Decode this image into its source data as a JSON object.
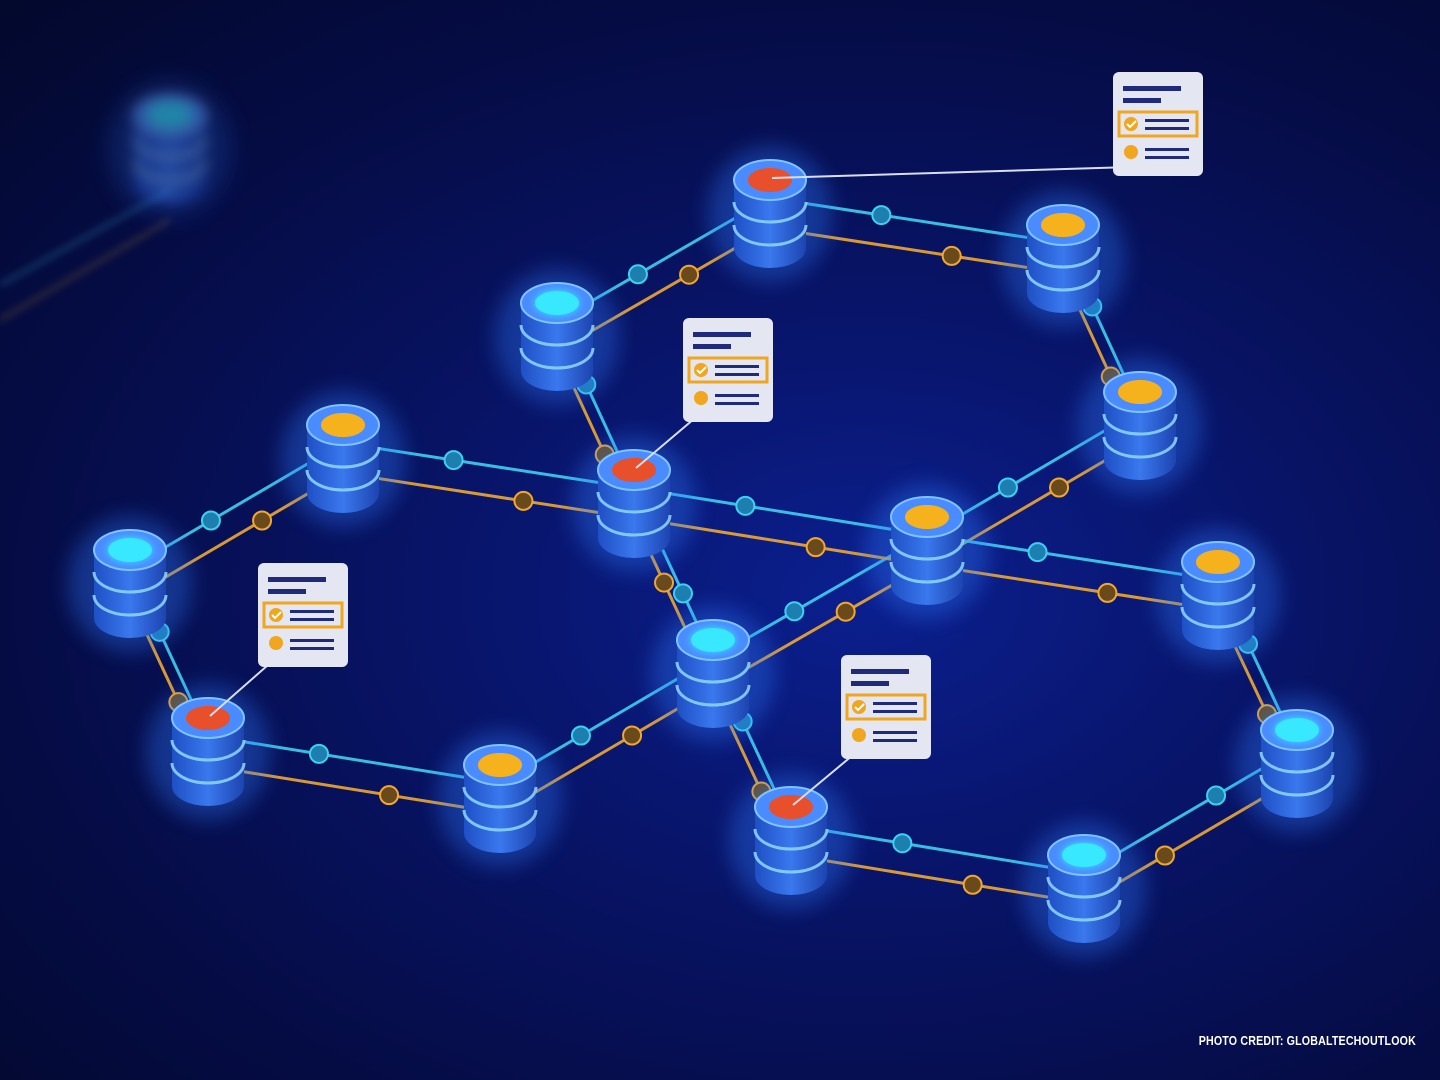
{
  "credit": "PHOTO CREDIT: GLOBALTECHOUTLOOK",
  "colors": {
    "background": "#06104f",
    "cyan_link": "#3fd0f0",
    "orange_link": "#f0a830",
    "node_body": "#2a63d8",
    "top_cyan": "#38e8ff",
    "top_yellow": "#f5b21c",
    "top_red": "#e8502c",
    "card_bg": "#e4e7f2",
    "card_accent": "#f0a61e",
    "card_line": "#1f2a7a"
  },
  "nodes": [
    {
      "id": "n1",
      "top": "cyan"
    },
    {
      "id": "n2",
      "top": "yellow"
    },
    {
      "id": "n3",
      "top": "cyan"
    },
    {
      "id": "n4",
      "top": "red"
    },
    {
      "id": "n5",
      "top": "yellow"
    },
    {
      "id": "n6",
      "top": "red"
    },
    {
      "id": "n7",
      "top": "yellow"
    },
    {
      "id": "n8",
      "top": "cyan"
    },
    {
      "id": "n9",
      "top": "red"
    },
    {
      "id": "n10",
      "top": "yellow"
    },
    {
      "id": "n11",
      "top": "red"
    },
    {
      "id": "n12",
      "top": "yellow"
    },
    {
      "id": "n13",
      "top": "yellow"
    },
    {
      "id": "n14",
      "top": "cyan"
    },
    {
      "id": "n15",
      "top": "cyan"
    },
    {
      "id": "n16",
      "top": "cyan"
    }
  ],
  "cards": [
    {
      "id": "c1",
      "node": "n6"
    },
    {
      "id": "c2",
      "node": "n9"
    },
    {
      "id": "c3",
      "node": "n11"
    },
    {
      "id": "c4",
      "node": "n4"
    }
  ]
}
